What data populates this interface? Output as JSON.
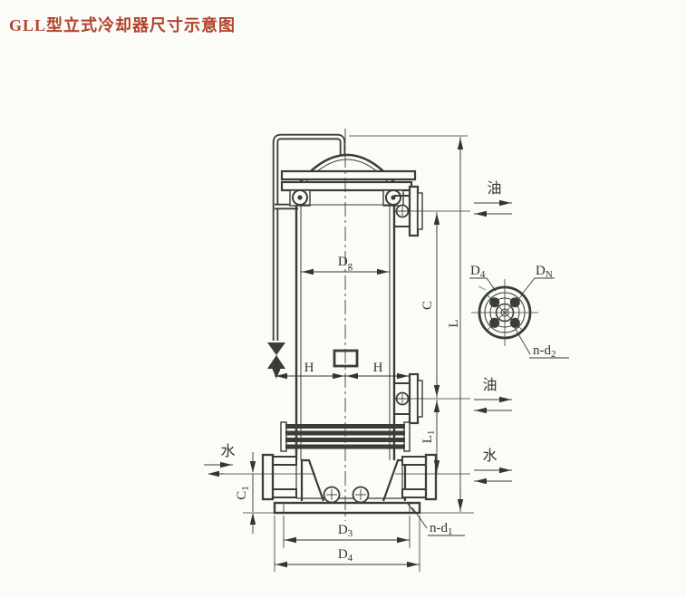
{
  "title": "GLL型立式冷却器尺寸示意图",
  "flow_labels": {
    "oil_top": "油",
    "oil_middle": "油",
    "water_right": "水",
    "water_left": "水"
  },
  "dimensions": {
    "dg": {
      "base": "D",
      "sub": "g"
    },
    "c": "C",
    "l": "L",
    "l1": {
      "base": "L",
      "sub": "1"
    },
    "c1": {
      "base": "C",
      "sub": "1"
    },
    "h_left": "H",
    "h_right": "H",
    "d3": {
      "base": "D",
      "sub": "3"
    },
    "d4": {
      "base": "D",
      "sub": "4"
    },
    "n_d1": {
      "base": "n-d",
      "sub": "1"
    }
  },
  "flange_detail": {
    "d4": {
      "base": "D",
      "sub": "4"
    },
    "dn": {
      "base": "D",
      "sub": "N"
    },
    "n_d2": {
      "base": "n-d",
      "sub": "2"
    }
  },
  "colors": {
    "title_text": "#b0432d",
    "drawing_line": "#3a3e35",
    "paper_background": "#fbfbf7",
    "pen_mark": "#7ab8d4"
  }
}
